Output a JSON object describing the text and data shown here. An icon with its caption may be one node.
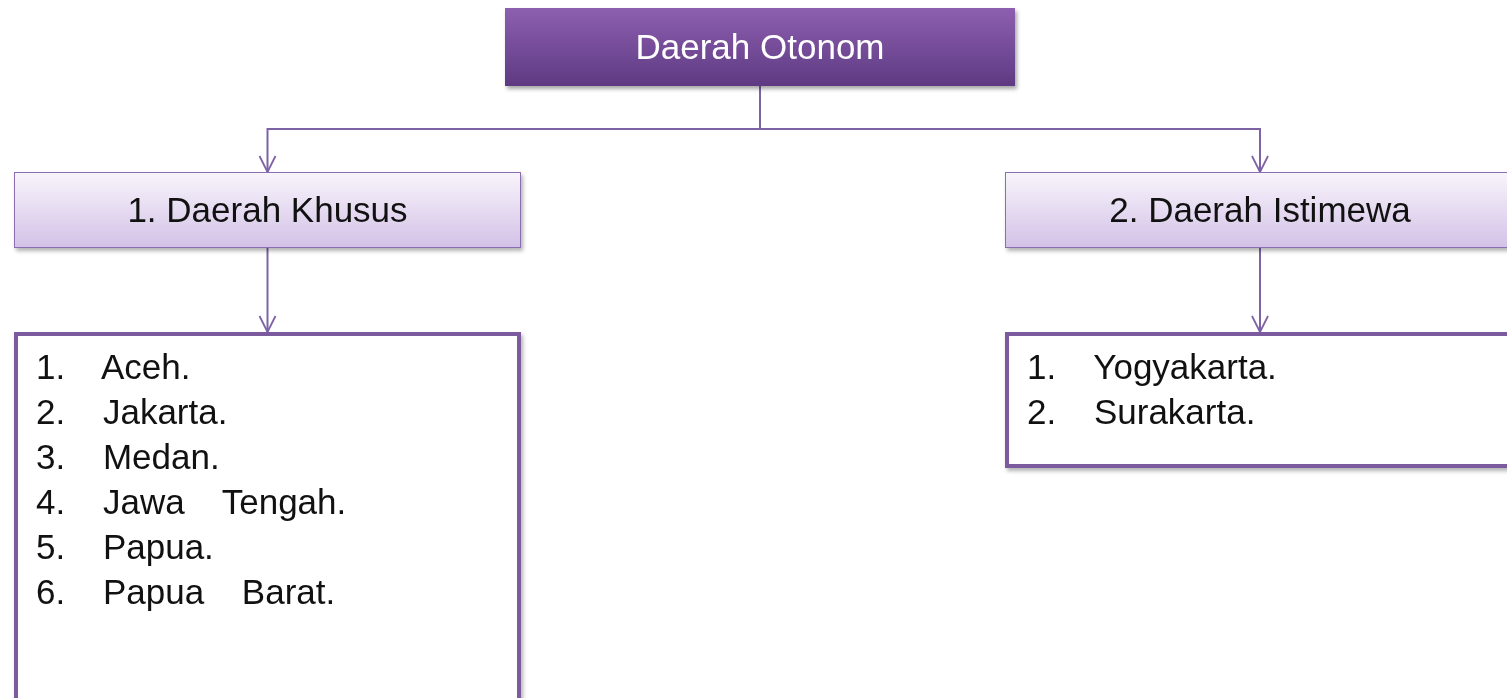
{
  "diagram": {
    "nodes": [
      {
        "text": [
          "Daerah Otonom"
        ]
      },
      {
        "text": [
          "1. Daerah Khusus"
        ]
      },
      {
        "text": [
          "2. Daerah Istimewa"
        ]
      },
      {
        "text": [
          "1. Aceh.",
          "2. Jakarta.",
          "3. Medan.",
          "4. Jawa Tengah.",
          "5. Papua.",
          "6. Papua Barat."
        ]
      },
      {
        "text": [
          "1. Yogyakarta.",
          "2. Surakarta."
        ]
      }
    ],
    "edges": [
      {
        "from": 0,
        "to": 1,
        "arrow": "to"
      },
      {
        "from": 0,
        "to": 2,
        "arrow": "to"
      },
      {
        "from": 1,
        "to": 3,
        "arrow": "to"
      },
      {
        "from": 2,
        "to": 4,
        "arrow": "to"
      }
    ]
  }
}
